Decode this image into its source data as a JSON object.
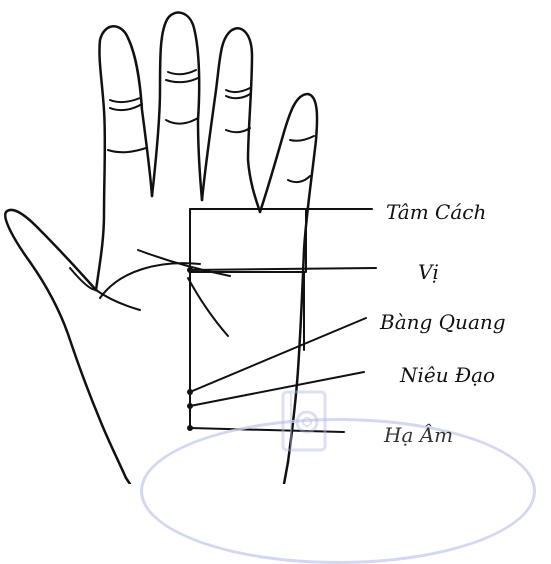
{
  "labels": {
    "tam_cach": "Tâm Cách",
    "vi": "Vị",
    "bang_quang": "Bàng Quang",
    "nieu_dao": "Niêu Đạo",
    "ha_am": "Hạ Âm"
  },
  "colors": {
    "ink": "#111111",
    "watermark": "#b4b9e6"
  },
  "icons": {
    "watermark": "notebook-at-icon"
  }
}
